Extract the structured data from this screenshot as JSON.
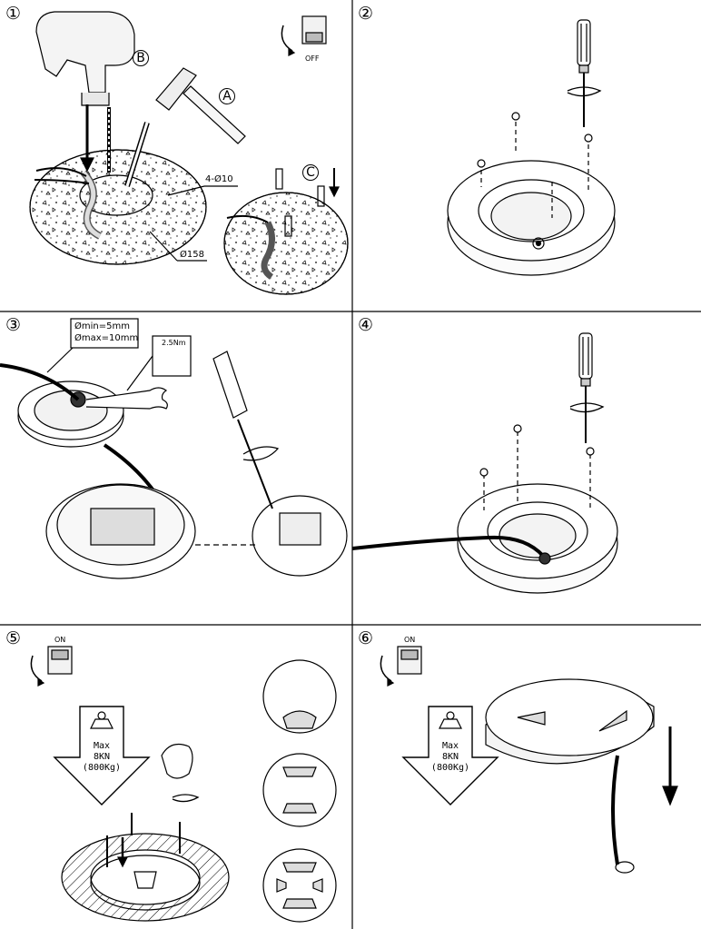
{
  "steps": [
    {
      "number": "①"
    },
    {
      "number": "②"
    },
    {
      "number": "③"
    },
    {
      "number": "④"
    },
    {
      "number": "⑤"
    },
    {
      "number": "⑥"
    }
  ],
  "step1": {
    "tool_b": "B",
    "tool_a": "A",
    "tool_c": "C",
    "holes": "4-Ø10",
    "diameter": "Ø158",
    "switch_state": "OFF"
  },
  "step3": {
    "cable_min": "Ømin=5mm",
    "cable_max": "Ømax=10mm",
    "torque": "2.5Nm"
  },
  "step5": {
    "switch_state": "ON",
    "load_max": "Max",
    "load_kn": "8KN",
    "load_kg": "(800Kg)"
  },
  "step6": {
    "switch_state": "ON",
    "load_max": "Max",
    "load_kn": "8KN",
    "load_kg": "(800Kg)"
  }
}
